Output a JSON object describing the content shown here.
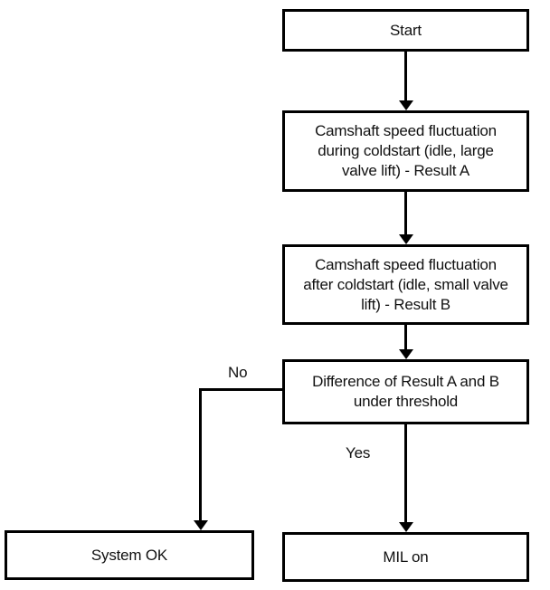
{
  "diagram": {
    "type": "flowchart",
    "background_color": "#ffffff",
    "line_color": "#000000",
    "nodes": [
      {
        "id": "start",
        "shape": "rectangle",
        "label": "Start"
      },
      {
        "id": "result_a",
        "shape": "rectangle",
        "label": "Camshaft speed fluctuation during coldstart (idle, large valve lift) - Result A"
      },
      {
        "id": "result_b",
        "shape": "rectangle",
        "label": "Camshaft speed fluctuation after coldstart (idle, small valve lift) - Result B"
      },
      {
        "id": "decision",
        "shape": "rectangle",
        "label": "Difference of Result A and B under threshold"
      },
      {
        "id": "system_ok",
        "shape": "rectangle",
        "label": "System OK"
      },
      {
        "id": "mil_on",
        "shape": "rectangle",
        "label": "MIL on"
      }
    ],
    "edges": [
      {
        "from": "start",
        "to": "result_a",
        "label": ""
      },
      {
        "from": "result_a",
        "to": "result_b",
        "label": ""
      },
      {
        "from": "result_b",
        "to": "decision",
        "label": ""
      },
      {
        "from": "decision",
        "to": "system_ok",
        "label": "No"
      },
      {
        "from": "decision",
        "to": "mil_on",
        "label": "Yes"
      }
    ]
  }
}
